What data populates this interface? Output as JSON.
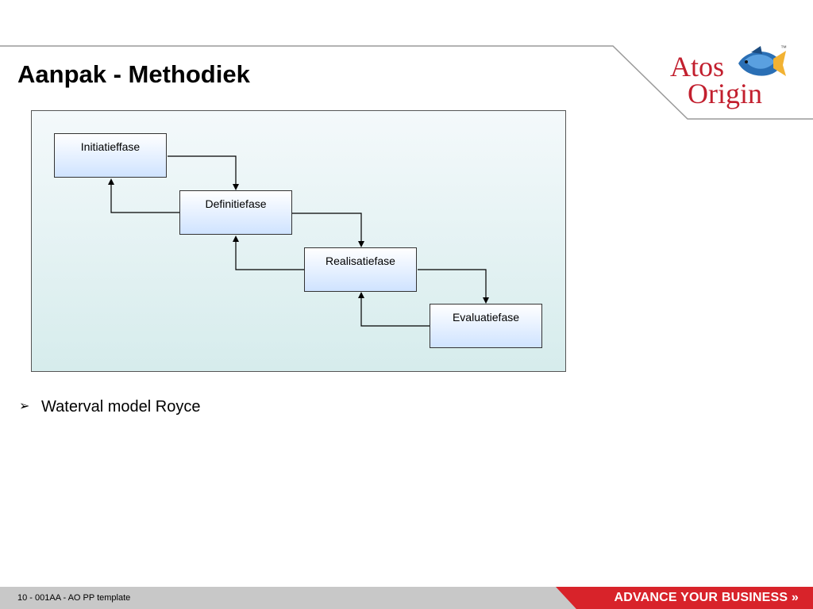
{
  "slide": {
    "title": "Aanpak - Methodiek"
  },
  "logo": {
    "line1": "Atos",
    "line2": "Origin",
    "tm": "™",
    "brand_color": "#c21f2e"
  },
  "diagram": {
    "phases": [
      "Initiatieffase",
      "Definitiefase",
      "Realisatiefase",
      "Evaluatiefase"
    ]
  },
  "bullets": [
    {
      "text": "Waterval model Royce"
    }
  ],
  "bullet_symbol": "➢",
  "footer": {
    "left_text": "10 - 001AA - AO PP template",
    "slogan": "ADVANCE YOUR BUSINESS",
    "slogan_icon": "»",
    "banner_color": "#d8232a"
  }
}
